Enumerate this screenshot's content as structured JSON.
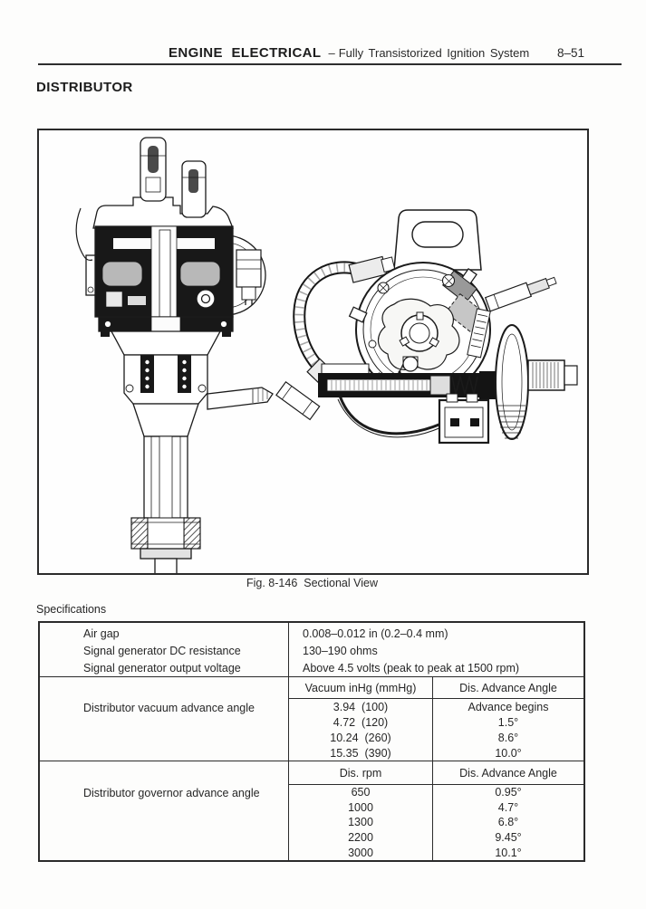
{
  "header": {
    "title": "ENGINE ELECTRICAL",
    "separator": "–",
    "subtitle": "Fully Transistorized Ignition System",
    "page_number": "8–51"
  },
  "section_title": "DISTRIBUTOR",
  "figure": {
    "caption": "Fig. 8-146  Sectional View"
  },
  "specifications": {
    "heading": "Specifications",
    "general_rows": [
      {
        "label": "Air gap",
        "value": "0.008–0.012 in (0.2–0.4 mm)"
      },
      {
        "label": "Signal generator DC resistance",
        "value": "130–190 ohms"
      },
      {
        "label": "Signal generator output voltage",
        "value": "Above 4.5 volts (peak to peak at 1500 rpm)"
      }
    ],
    "vacuum_advance": {
      "label": "Distributor vacuum advance angle",
      "col1_header": "Vacuum inHg (mmHg)",
      "col2_header": "Dis. Advance Angle",
      "rows": [
        {
          "c1": "3.94  (100)",
          "c2": "Advance begins"
        },
        {
          "c1": "4.72  (120)",
          "c2": "1.5°"
        },
        {
          "c1": "10.24  (260)",
          "c2": "8.6°"
        },
        {
          "c1": "15.35  (390)",
          "c2": "10.0°"
        }
      ]
    },
    "governor_advance": {
      "label": "Distributor governor advance angle",
      "col1_header": "Dis. rpm",
      "col2_header": "Dis. Advance Angle",
      "rows": [
        {
          "c1": "650",
          "c2": "0.95°"
        },
        {
          "c1": "1000",
          "c2": "4.7°"
        },
        {
          "c1": "1300",
          "c2": "6.8°"
        },
        {
          "c1": "2200",
          "c2": "9.45°"
        },
        {
          "c1": "3000",
          "c2": "10.1°"
        }
      ]
    }
  }
}
